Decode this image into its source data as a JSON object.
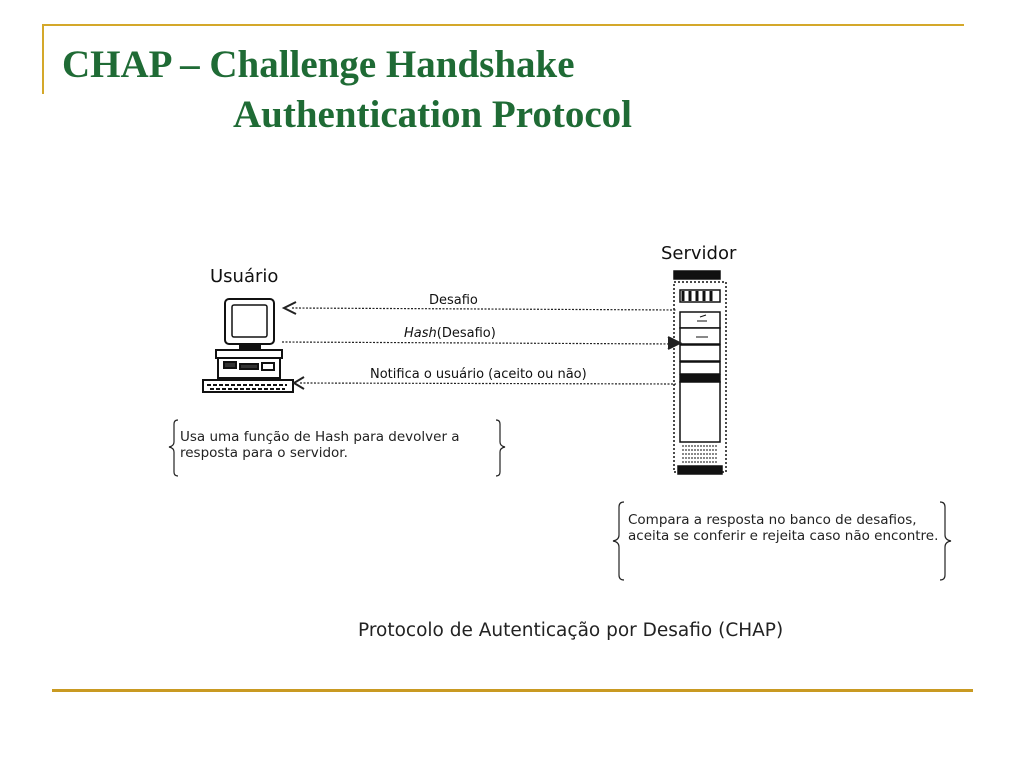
{
  "slide": {
    "title_line1": "CHAP – Challenge Handshake",
    "title_line2": "Authentication Protocol",
    "accent_color": "#d4a82a",
    "title_color": "#1f6b35"
  },
  "diagram": {
    "user": {
      "label": "Usuário",
      "icon": "desktop-computer-icon"
    },
    "server": {
      "label": "Servidor",
      "icon": "server-tower-icon"
    },
    "messages": [
      {
        "label": "Desafio",
        "direction": "server-to-user"
      },
      {
        "label_italic": "Hash",
        "label_rest": "(Desafio)",
        "direction": "user-to-server"
      },
      {
        "label": "Notifica o usuário (aceito ou não)",
        "direction": "server-to-user"
      }
    ],
    "user_note": "Usa uma função de Hash para devolver a resposta para o servidor.",
    "server_note": "Compara a resposta no banco de desafios, aceita se conferir e rejeita caso não encontre.",
    "caption": "Protocolo de Autenticação por Desafio (CHAP)"
  }
}
